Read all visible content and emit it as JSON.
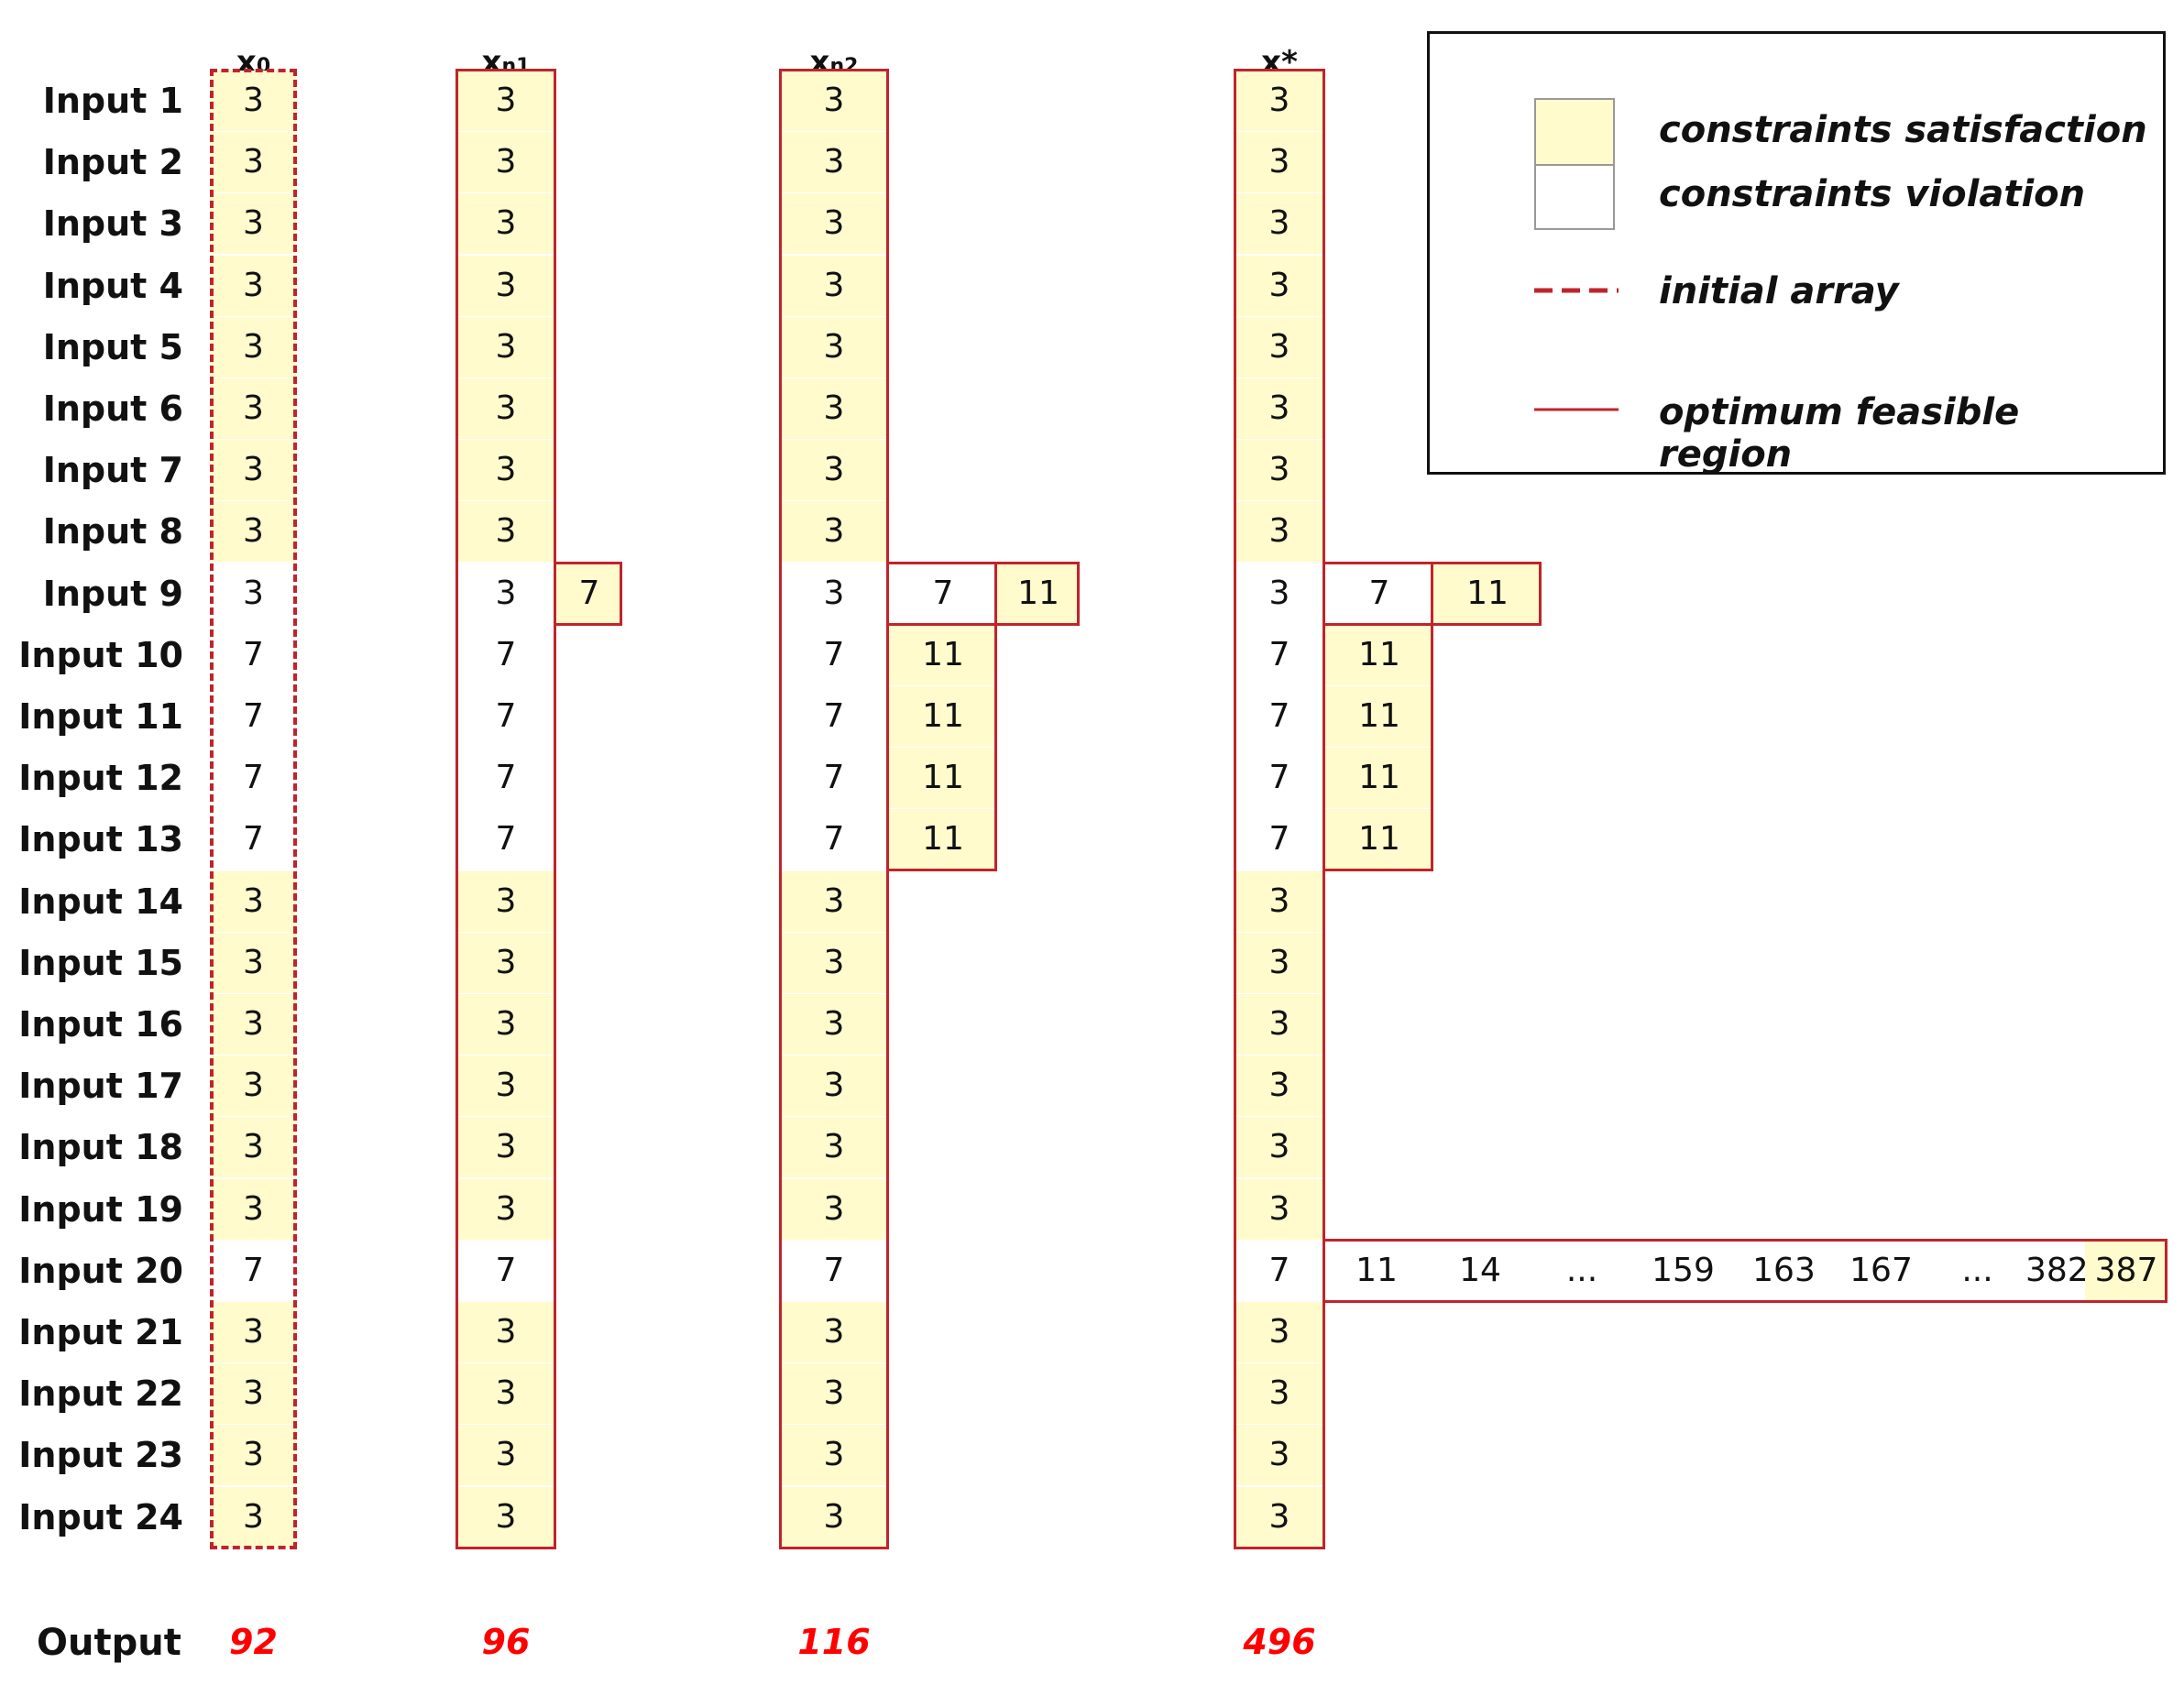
{
  "columns": [
    {
      "id": "x0",
      "label": "x",
      "sub": "0",
      "output": "92"
    },
    {
      "id": "xn1",
      "label": "x",
      "sub": "n1",
      "output": "96"
    },
    {
      "id": "xn2",
      "label": "x",
      "sub": "n2",
      "output": "116"
    },
    {
      "id": "xstar",
      "label": "x*",
      "sub": "",
      "output": "496"
    }
  ],
  "rows": [
    "Input 1",
    "Input 2",
    "Input 3",
    "Input 4",
    "Input 5",
    "Input 6",
    "Input 7",
    "Input 8",
    "Input 9",
    "Input 10",
    "Input 11",
    "Input 12",
    "Input 13",
    "Input 14",
    "Input 15",
    "Input 16",
    "Input 17",
    "Input 18",
    "Input 19",
    "Input 20",
    "Input 21",
    "Input 22",
    "Input 23",
    "Input 24"
  ],
  "output_label": "Output",
  "x0_values": [
    "3",
    "3",
    "3",
    "3",
    "3",
    "3",
    "3",
    "3",
    "3",
    "7",
    "7",
    "7",
    "7",
    "3",
    "3",
    "3",
    "3",
    "3",
    "3",
    "7",
    "3",
    "3",
    "3",
    "3"
  ],
  "x0_satisfied": [
    true,
    true,
    true,
    true,
    true,
    true,
    true,
    true,
    false,
    false,
    false,
    false,
    false,
    true,
    true,
    true,
    true,
    true,
    true,
    false,
    true,
    true,
    true,
    true
  ],
  "extra_cells": {
    "xn1_row9": [
      "7"
    ],
    "xn2_row9": [
      "7",
      "11"
    ],
    "xn2_rows10_13": [
      "11",
      "11",
      "11",
      "11"
    ],
    "xstar_row9": [
      "7",
      "11"
    ],
    "xstar_rows10_13": [
      "11",
      "11",
      "11",
      "11"
    ],
    "xstar_row20": [
      "11",
      "14",
      "...",
      "159",
      "163",
      "167",
      "...",
      "382",
      "387"
    ]
  },
  "legend": {
    "satisfaction": "constraints satisfaction",
    "violation": "constraints violation",
    "initial": "initial array",
    "optimum": "optimum feasible region"
  },
  "colors": {
    "satisfied": "#fffbcc",
    "outline": "#c0242b",
    "output_text": "#ff0000"
  }
}
